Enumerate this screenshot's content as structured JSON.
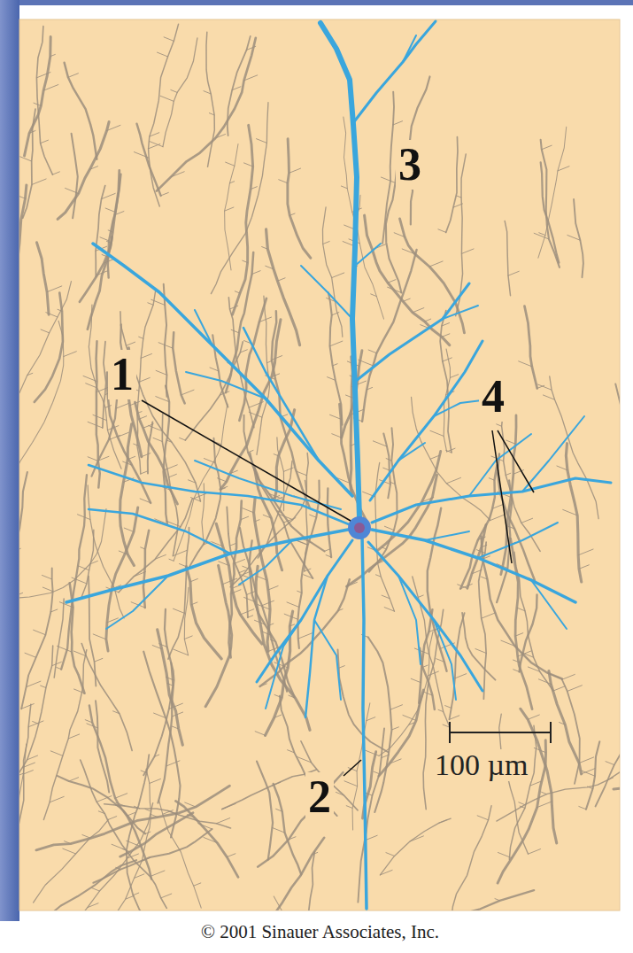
{
  "diagram": {
    "labels": [
      "1",
      "2",
      "3",
      "4",
      "100 µm",
      "© 2001 Sinauer Associates, Inc."
    ]
  }
}
